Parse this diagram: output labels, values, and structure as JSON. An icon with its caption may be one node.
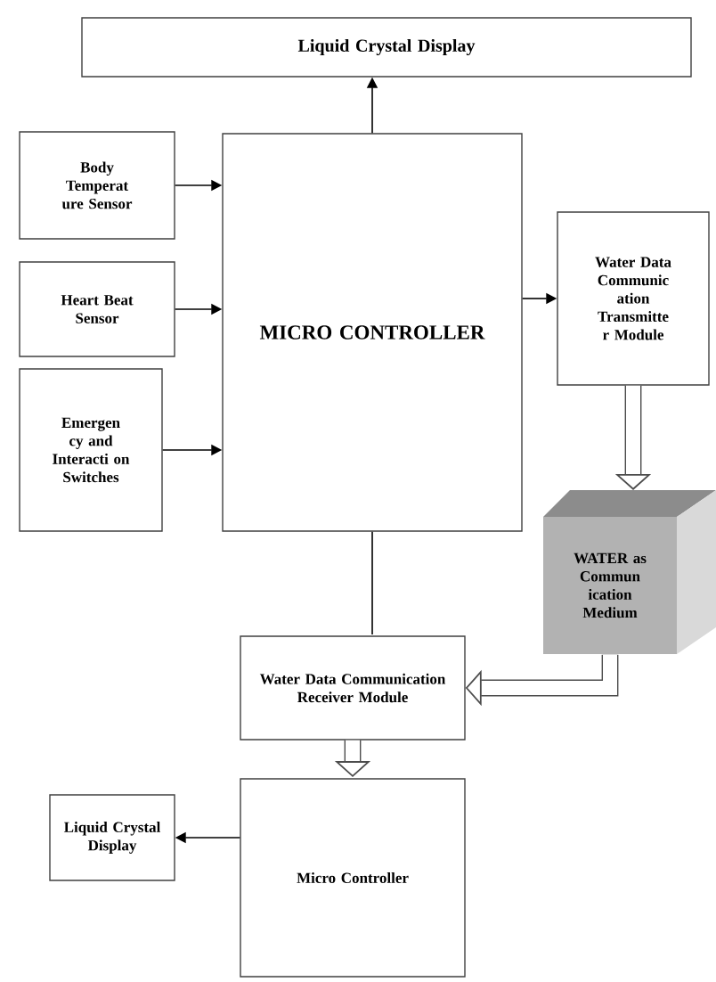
{
  "diagram": {
    "nodes": [
      {
        "text": [
          "Liquid Crystal Display"
        ]
      },
      {
        "text": [
          "Body Temperat ure Sensor"
        ]
      },
      {
        "text": [
          "Heart Beat Sensor"
        ]
      },
      {
        "text": [
          "Emergen cy and Interacti on Switches"
        ]
      },
      {
        "text": [
          "MICRO CONTROLLER"
        ]
      },
      {
        "text": [
          "Water Data Communic ation Transmitte r Module"
        ]
      },
      {
        "text": [
          "WATER as Commun ication Medium"
        ]
      },
      {
        "text": [
          "Water Data Communication Receiver Module"
        ]
      },
      {
        "text": [
          "Micro Controller"
        ]
      },
      {
        "text": [
          "Liquid Crystal Display"
        ]
      }
    ],
    "edges": [
      {
        "from": 4,
        "to": 0,
        "arrow": "to"
      },
      {
        "from": 1,
        "to": 4,
        "arrow": "to"
      },
      {
        "from": 2,
        "to": 4,
        "arrow": "to"
      },
      {
        "from": 3,
        "to": 4,
        "arrow": "to"
      },
      {
        "from": 4,
        "to": 5,
        "arrow": "to"
      },
      {
        "from": 5,
        "to": 6,
        "arrow": "to",
        "style": "thick"
      },
      {
        "from": 4,
        "to": 7,
        "arrow": "none"
      },
      {
        "from": 6,
        "to": 7,
        "arrow": "to",
        "style": "thick"
      },
      {
        "from": 7,
        "to": 8,
        "arrow": "to",
        "style": "thick"
      },
      {
        "from": 8,
        "to": 9,
        "arrow": "to"
      }
    ]
  }
}
